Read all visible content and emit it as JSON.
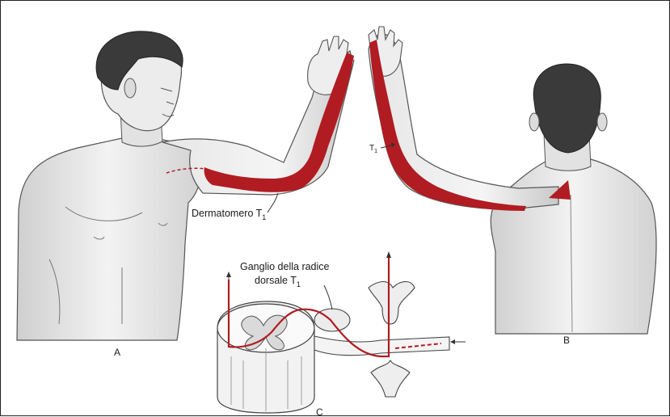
{
  "figure": {
    "panel_labels": {
      "a": "A",
      "b": "B",
      "c": "C"
    },
    "labels": {
      "dermatome_text": "Dermatomero T",
      "dermatome_sub": "1",
      "t1_back_text": "T",
      "t1_back_sub": "1",
      "ganglion_line1": "Ganglio della radice",
      "ganglion_line2_text": "dorsale T",
      "ganglion_line2_sub": "1"
    },
    "colors": {
      "dermatome_red": "#b01c22",
      "line": "#333333",
      "skin_shade": "#d9d9d9"
    }
  }
}
